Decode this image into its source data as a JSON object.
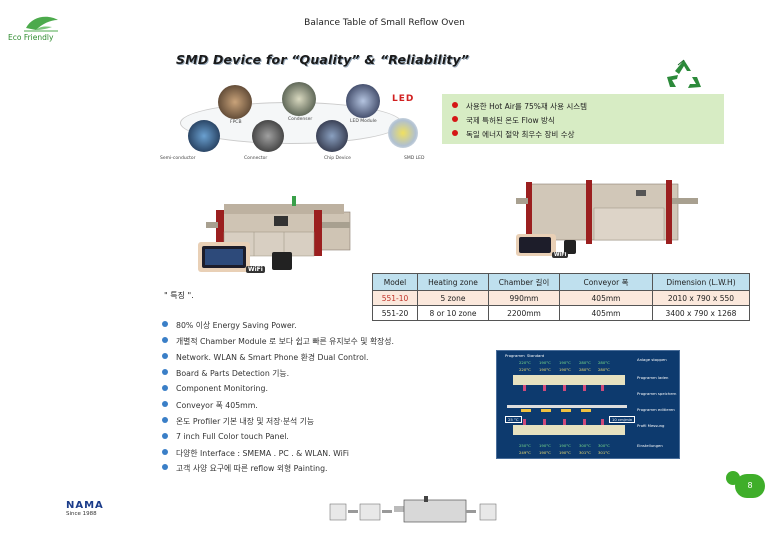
{
  "header": {
    "eco_label": "Eco Friendly",
    "title": "Balance Table of Small Reflow Oven"
  },
  "banner": {
    "title": "SMD Device for “Quality” & “Reliability”",
    "devices": [
      {
        "label": "FPCB"
      },
      {
        "label": "Condenser"
      },
      {
        "label": "LED Module"
      },
      {
        "label": "Semi-conductor"
      },
      {
        "label": "Connector"
      },
      {
        "label": "Chip Device"
      },
      {
        "label": "SMD LED"
      }
    ],
    "led_text": "LED"
  },
  "green_box": {
    "items": [
      "사용한 Hot Air를 75%재 사용 시스템",
      "국제 특허된 온도 Flow 방식",
      "독일 에너지 절약  최우수 장비 수상"
    ]
  },
  "product_images": {
    "left_badge": "WiFi",
    "right_badge": "WiFi"
  },
  "spec_table": {
    "headers": [
      "Model",
      "Heating zone",
      "Chamber 길이",
      "Conveyor 폭",
      "Dimension (L.W.H)"
    ],
    "rows": [
      [
        "551-10",
        "5 zone",
        "990mm",
        "405mm",
        "2010 x 790 x 550"
      ],
      [
        "551-20",
        "8 or 10 zone",
        "2200mm",
        "405mm",
        "3400 x 790 x 1268"
      ]
    ]
  },
  "features": {
    "heading": "\" 특징 \".",
    "items": [
      "80% 이상 Energy Saving Power.",
      "개별적 Chamber Module 로 보다 쉽고 빠른 유지보수 및 확장성.",
      "Network. WLAN & Smart Phone 환경 Dual Control.",
      "Board & Parts Detection 기능.",
      "Component Monitoring.",
      "Conveyor 폭 405mm.",
      "온도 Profiler 기본 내장 및 저장·분석 기능",
      "7 inch Full Color touch Panel.",
      "다양한 Interface : SMEMA . PC . & WLAN. WiFi",
      "고객 사양 요구에 따른 reflow 외형 Painting."
    ]
  },
  "panel": {
    "program_label": "Programm",
    "program_value": "Standard",
    "top_set": [
      "220°C",
      "190°C",
      "190°C",
      "280°C",
      "280°C"
    ],
    "top_act": [
      "220°C",
      "190°C",
      "190°C",
      "280°C",
      "280°C"
    ],
    "bottom_set": [
      "250°C",
      "190°C",
      "190°C",
      "300°C",
      "300°C"
    ],
    "bottom_act": [
      "249°C",
      "190°C",
      "190°C",
      "301°C",
      "301°C"
    ],
    "temp_in": "25 °C",
    "speed": "10 cm/min",
    "menu": [
      "Anlage stoppen",
      "Programm laden",
      "Programm speichern",
      "Programm editieren",
      "Profil Messung",
      "Einstellungen"
    ]
  },
  "page": {
    "number": "8"
  },
  "footer": {
    "brand": "NAMA",
    "since": "Since 1988"
  },
  "colors": {
    "green_box": "#d7ecc4",
    "red_bullet": "#d51616",
    "blue_bullet": "#3a7fc7",
    "table_header": "#bfe0ee",
    "highlight_model": "#c0332a",
    "page_badge": "#3fae2a",
    "panel_bg": "#0d3a6e"
  }
}
